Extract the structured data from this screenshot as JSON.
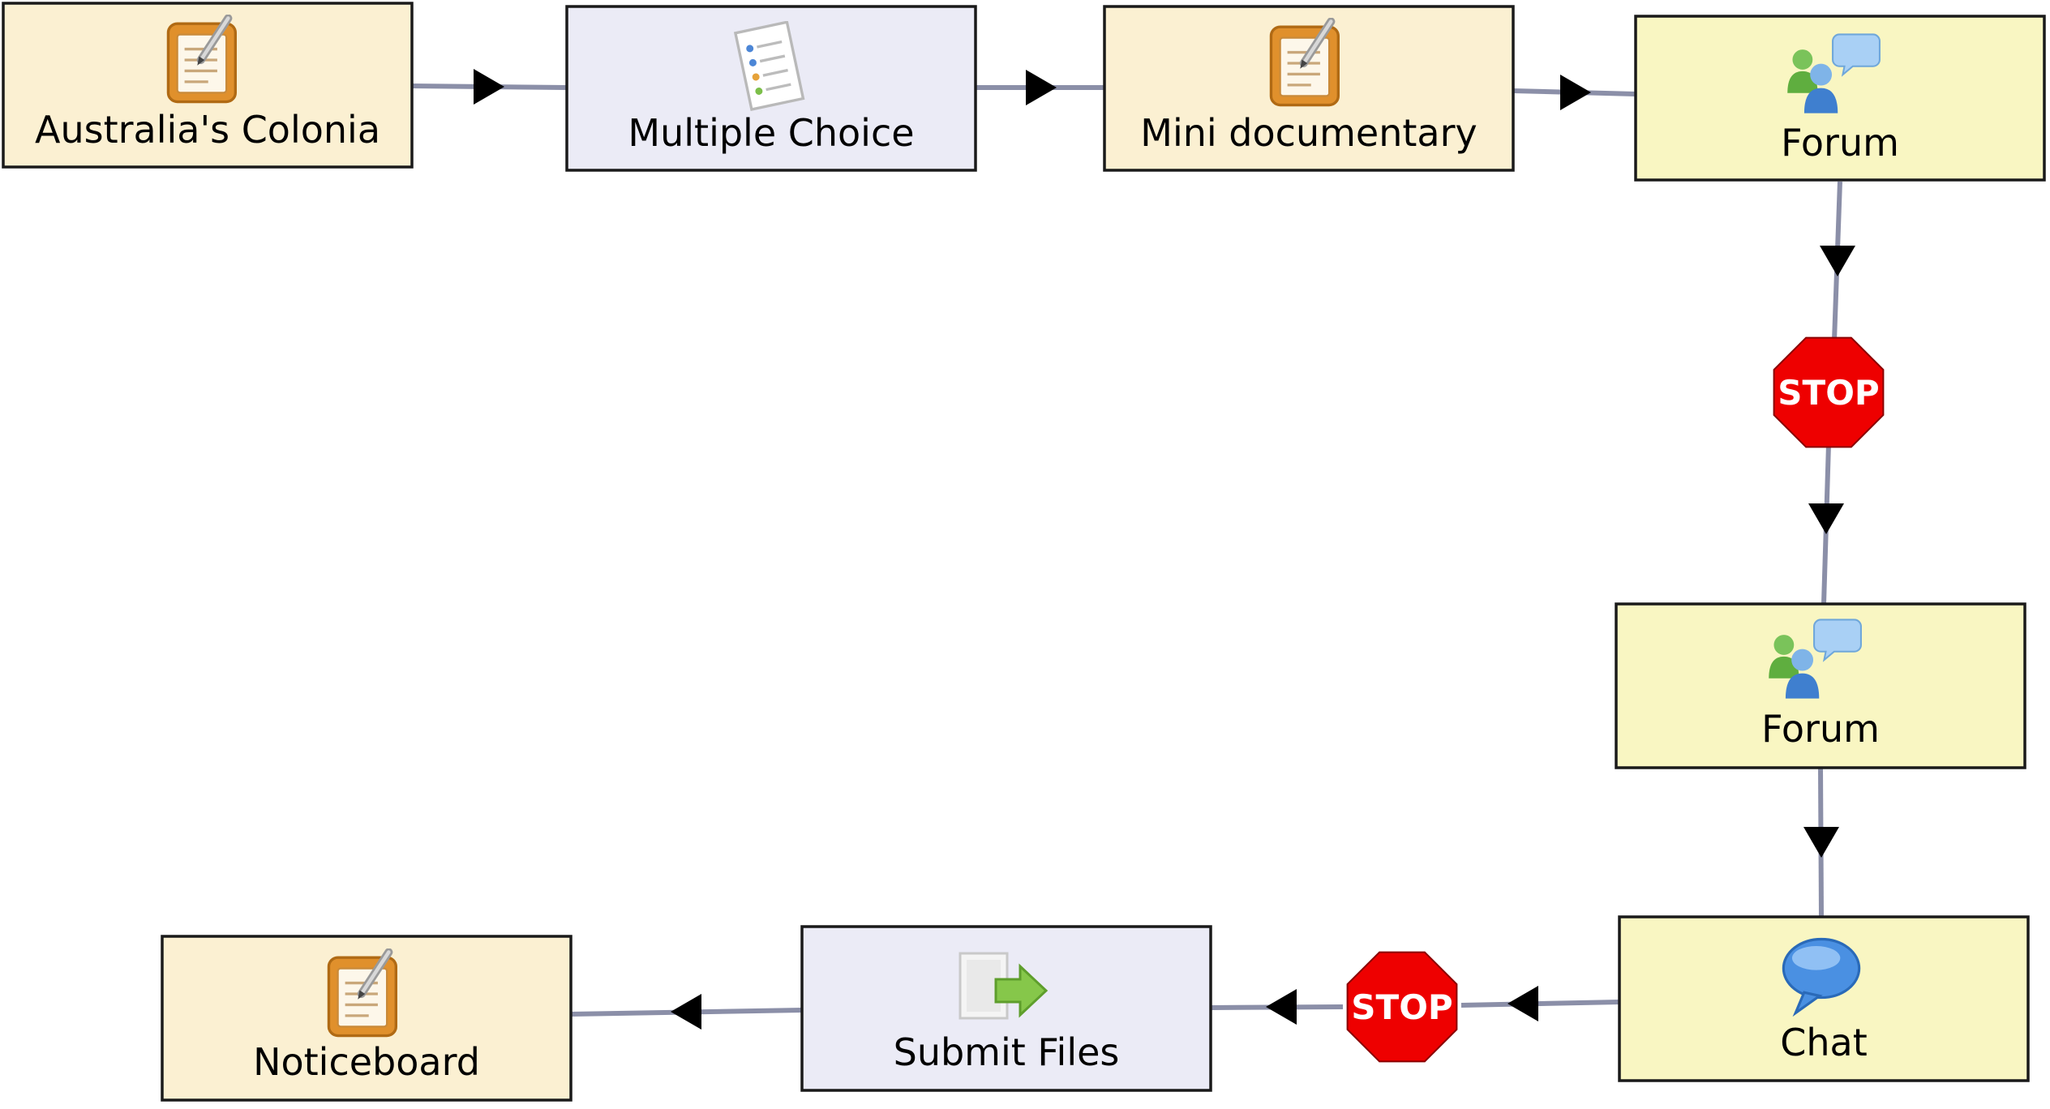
{
  "diagram": {
    "activities": [
      {
        "id": "a1",
        "label": "Australia's Colonia",
        "icon": "notebook-icon",
        "fill": "#fbf0d2"
      },
      {
        "id": "a2",
        "label": "Multiple Choice",
        "icon": "checklist-icon",
        "fill": "#ebebf6"
      },
      {
        "id": "a3",
        "label": "Mini documentary",
        "icon": "notebook-icon",
        "fill": "#fbf0d2"
      },
      {
        "id": "a4",
        "label": "Forum",
        "icon": "forum-icon",
        "fill": "#f9f6c2"
      },
      {
        "id": "a5",
        "label": "Forum",
        "icon": "forum-icon",
        "fill": "#f9f6c2"
      },
      {
        "id": "a6",
        "label": "Chat",
        "icon": "chat-bubble-icon",
        "fill": "#f9f6c2"
      },
      {
        "id": "a7",
        "label": "Submit Files",
        "icon": "submit-files-icon",
        "fill": "#ebebf6"
      },
      {
        "id": "a8",
        "label": "Noticeboard",
        "icon": "notebook-icon",
        "fill": "#fbf0d2"
      }
    ],
    "gates": [
      {
        "id": "g1",
        "label": "STOP"
      },
      {
        "id": "g2",
        "label": "STOP"
      }
    ],
    "connectors": [
      {
        "from": "a1",
        "to": "a2"
      },
      {
        "from": "a2",
        "to": "a3"
      },
      {
        "from": "a3",
        "to": "a4"
      },
      {
        "from": "a4",
        "to": "g1"
      },
      {
        "from": "g1",
        "to": "a5"
      },
      {
        "from": "a5",
        "to": "a6"
      },
      {
        "from": "a6",
        "to": "g2"
      },
      {
        "from": "g2",
        "to": "a7"
      },
      {
        "from": "a7",
        "to": "a8"
      }
    ],
    "colors": {
      "connector": "#8b8fa8",
      "arrowhead": "#000000",
      "stop_sign": "#ee0000",
      "border": "#1a1a1a"
    }
  }
}
